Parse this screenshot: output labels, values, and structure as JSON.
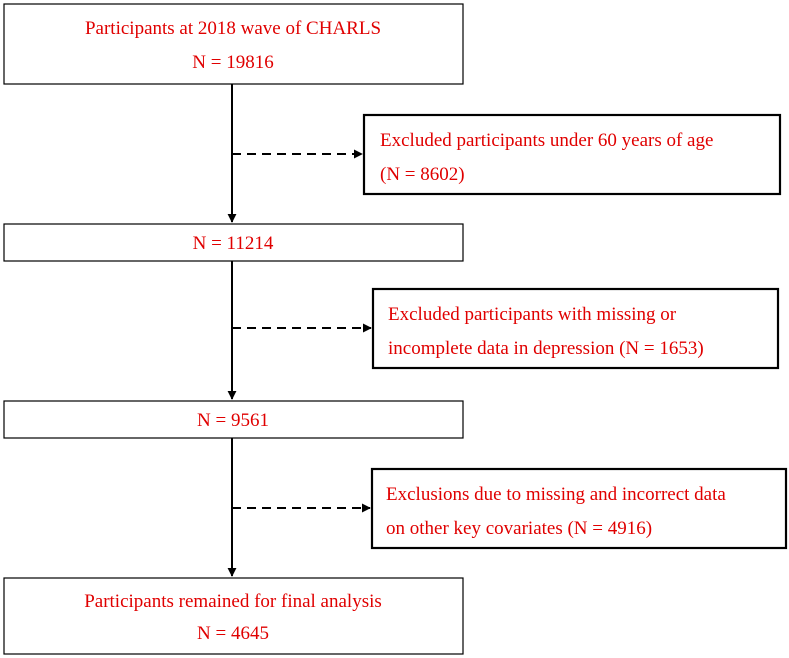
{
  "colors": {
    "text": "#e00000",
    "line": "#000000",
    "background": "#ffffff"
  },
  "nodes": {
    "start": {
      "line1": "Participants at 2018 wave of CHARLS",
      "line2": "N = 19816"
    },
    "step1": {
      "line1": "N = 11214"
    },
    "step2": {
      "line1": "N = 9561"
    },
    "final": {
      "line1": "Participants remained for final analysis",
      "line2": "N = 4645"
    }
  },
  "exclusions": {
    "ex1": {
      "line1": "Excluded participants under 60 years of age",
      "line2": "(N = 8602)"
    },
    "ex2": {
      "line1": "Excluded participants with missing or",
      "line2": "incomplete data in depression (N = 1653)"
    },
    "ex3": {
      "line1": "Exclusions due to missing and incorrect data",
      "line2": "on other key covariates (N = 4916)"
    }
  }
}
